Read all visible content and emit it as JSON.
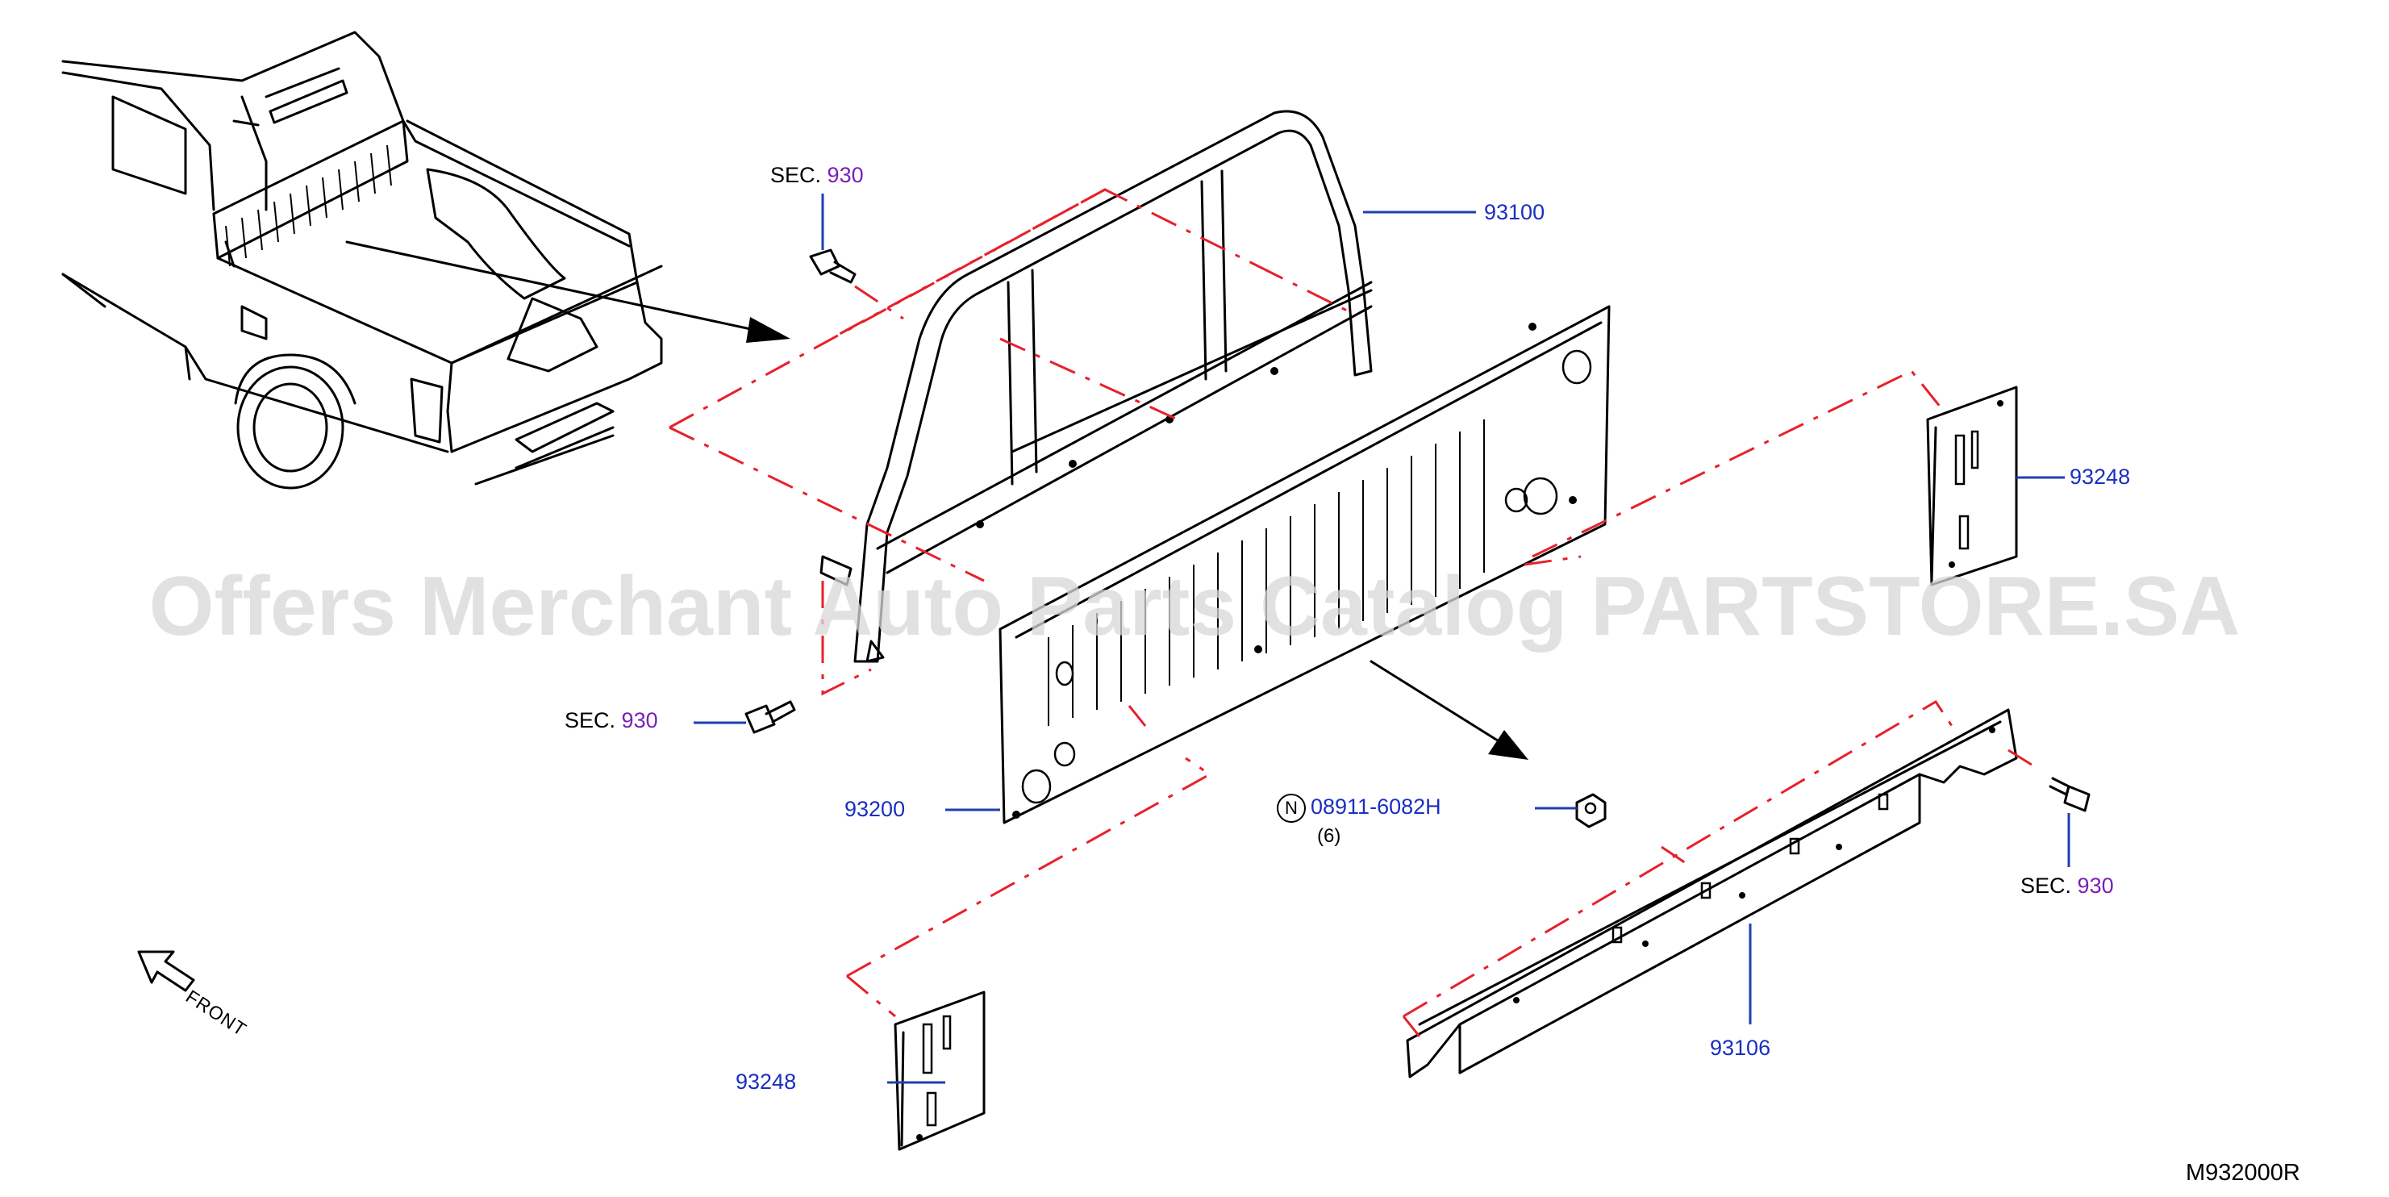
{
  "diagram_code": "M932000R",
  "watermark": "Offers Merchant Auto Parts Catalog PARTSTORE.SA",
  "front_label": "FRONT",
  "callouts": {
    "rack": "93100",
    "panel": "93200",
    "bracket_right": "93248",
    "bracket_left": "93248",
    "rail": "93106",
    "nut_part": "08911-6082H",
    "nut_qty": "(6)",
    "nut_symbol": "N"
  },
  "sec_refs": {
    "top": {
      "prefix": "SEC.",
      "number": "930"
    },
    "left": {
      "prefix": "SEC.",
      "number": "930"
    },
    "right": {
      "prefix": "SEC.",
      "number": "930"
    }
  },
  "colors": {
    "callout": "#1a2fc0",
    "section_ref": "#7a1fb8",
    "dash_line": "#e8202a",
    "line_art": "#000000"
  }
}
